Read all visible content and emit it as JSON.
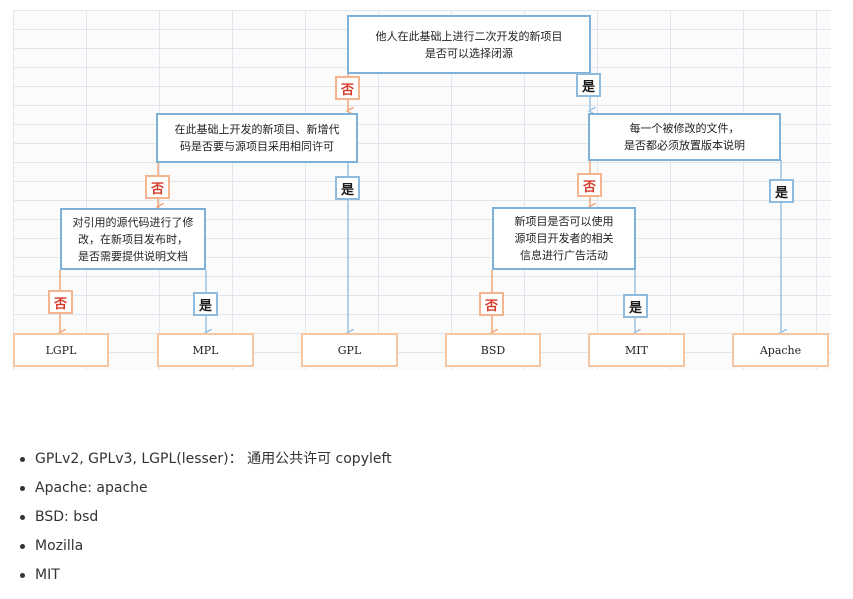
{
  "questions": {
    "q1_line1": "他人在此基础上进行二次开发的新项目",
    "q1_line2": "是否可以选择闭源",
    "q2_line1": "在此基础上开发的新项目、新增代",
    "q2_line2": "码是否要与源项目采用相同许可",
    "q3_line1": "每一个被修改的文件，",
    "q3_line2": "是否都必须放置版本说明",
    "q4_line1": "对引用的源代码进行了修",
    "q4_line2": "改，在新项目发布时，",
    "q4_line3": "是否需要提供说明文档",
    "q5_line1": "新项目是否可以使用",
    "q5_line2": "源项目开发者的相关",
    "q5_line3": "信息进行广告活动"
  },
  "answers": {
    "yes": "是",
    "no": "否"
  },
  "licenses": [
    "LGPL",
    "MPL",
    "GPL",
    "BSD",
    "MIT",
    "Apache"
  ],
  "notes": [
    "GPLv2, GPLv3, LGPL(lesser)： 通用公共许可 copyleft",
    "Apache: apache",
    "BSD: bsd",
    "Mozilla",
    "MIT"
  ],
  "colors": {
    "yes_border": "#8fbbdf",
    "no_border": "#f3b58d",
    "no_text": "#d63a2a",
    "question_border": "#7eb1d8",
    "leaf_border": "#f5c6a1",
    "arrow": "#9cc3e4",
    "arrow_no": "#f1a77a"
  }
}
